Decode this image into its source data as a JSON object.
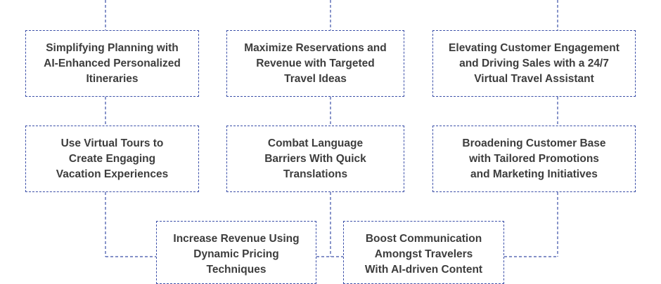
{
  "nodes": {
    "planning": "Simplifying Planning with\nAI-Enhanced Personalized\nItineraries",
    "reservations": "Maximize Reservations and\nRevenue with Targeted\nTravel Ideas",
    "engagement": "Elevating Customer Engagement\nand Driving Sales with a 24/7\nVirtual Travel Assistant",
    "virtual_tours": "Use Virtual Tours to\nCreate Engaging\nVacation Experiences",
    "language": "Combat Language\nBarriers With Quick\nTranslations",
    "customer_base": "Broadening Customer Base\nwith Tailored Promotions\nand Marketing Initiatives",
    "pricing": "Increase Revenue Using\nDynamic Pricing\nTechniques",
    "communication": "Boost Communication\nAmongst Travelers\nWith AI-driven Content"
  },
  "colors": {
    "border": "#3b4fa8",
    "text": "#3d3d3d",
    "background": "#ffffff"
  }
}
